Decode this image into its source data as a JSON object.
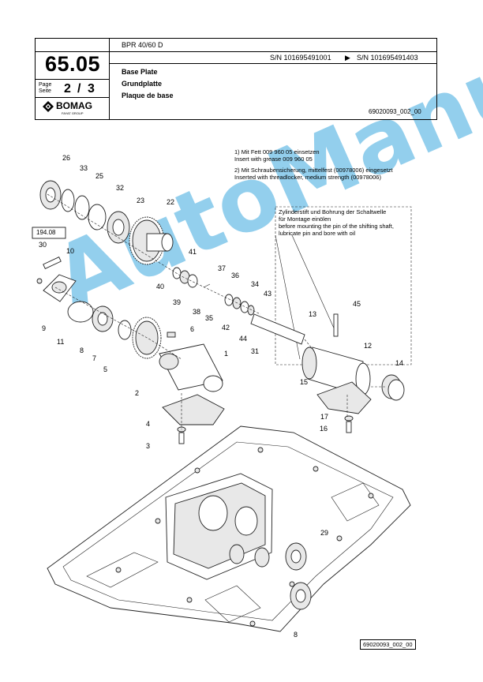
{
  "header": {
    "page_number": "65.05",
    "page_label_en": "Page",
    "page_label_de": "Seite",
    "page_current": "2",
    "page_sep": "/",
    "page_total": "3",
    "model": "BPR 40/60 D",
    "serial_from": "S/N 101695491001",
    "serial_arrow": "▶",
    "serial_to": "S/N 101695491403",
    "title_en": "Base Plate",
    "title_de": "Grundplatte",
    "title_fr": "Plaque de base",
    "doc_code": "69020093_002_00",
    "brand": "BOMAG",
    "brand_sub": "FAYAT GROUP"
  },
  "notes": {
    "note1_a": "1)  Mit Fett  009 960 05 einsetzen",
    "note1_b": "     Insert  with grease  009 960 05",
    "note2_a": "2)  Mit Schraubensicherung, mittelfest (00978006) eingesetzt",
    "note2_b": "     Inserted with threadlocker, medium strength (00978006)",
    "pin_1": "Zylinderstift und Bohrung der Schaltwelle",
    "pin_2": "für Montage einölen",
    "pin_3": "before mounting the pin of the shifting shaft,",
    "pin_4": "lubricate pin and bore with oil"
  },
  "diagram": {
    "ref_box": "194.08",
    "figure_code": "69020093_002_00",
    "labels": [
      "26",
      "33",
      "25",
      "32",
      "23",
      "22",
      "30",
      "10",
      "41",
      "37",
      "36",
      "9",
      "40",
      "39",
      "38",
      "35",
      "34",
      "43",
      "45",
      "11",
      "6",
      "42",
      "13",
      "12",
      "8",
      "7",
      "44",
      "31",
      "1",
      "14",
      "15",
      "5",
      "2",
      "17",
      "4",
      "16",
      "3",
      "29",
      "8"
    ]
  },
  "watermark": "AutoManual",
  "colors": {
    "watermark": "#28a0dc"
  }
}
